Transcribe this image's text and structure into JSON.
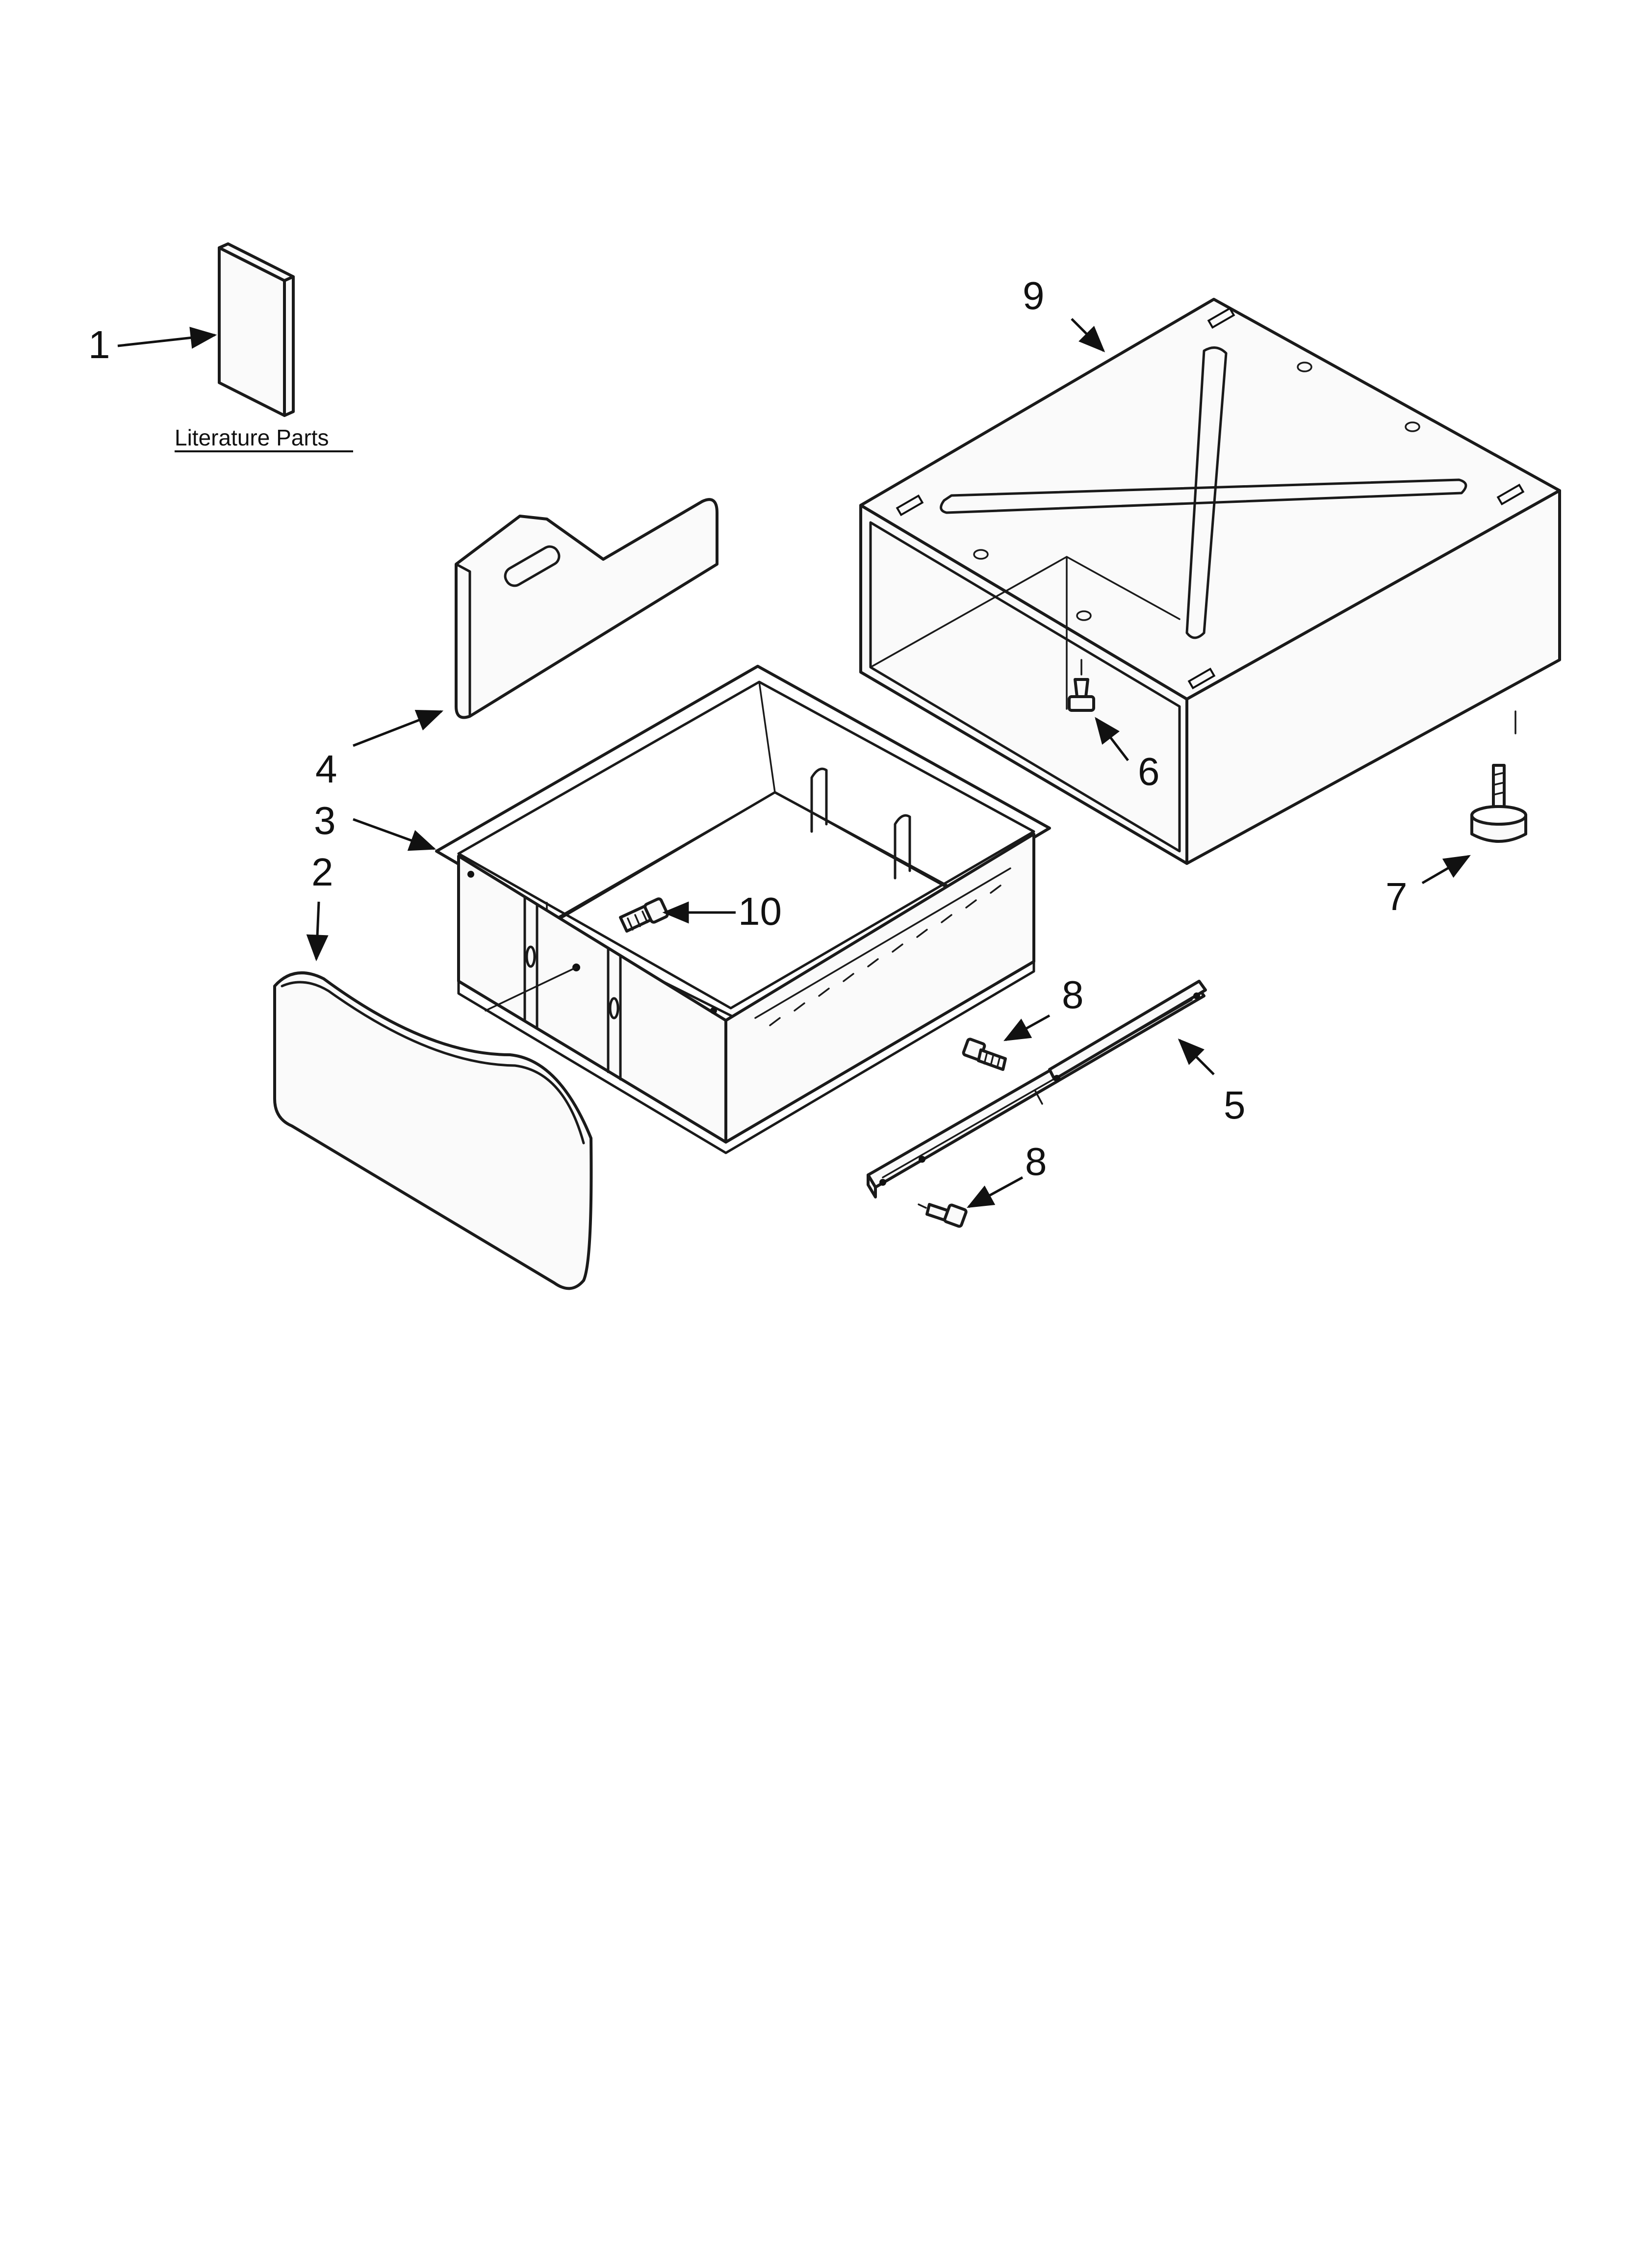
{
  "literature": {
    "label": "Literature Parts"
  },
  "callouts": {
    "c1": "1",
    "c2": "2",
    "c3": "3",
    "c4": "4",
    "c5": "5",
    "c6": "6",
    "c7": "7",
    "c8a": "8",
    "c8b": "8",
    "c9": "9",
    "c10": "10"
  },
  "colors": {
    "line": "#1a1a1a",
    "background": "#ffffff"
  }
}
